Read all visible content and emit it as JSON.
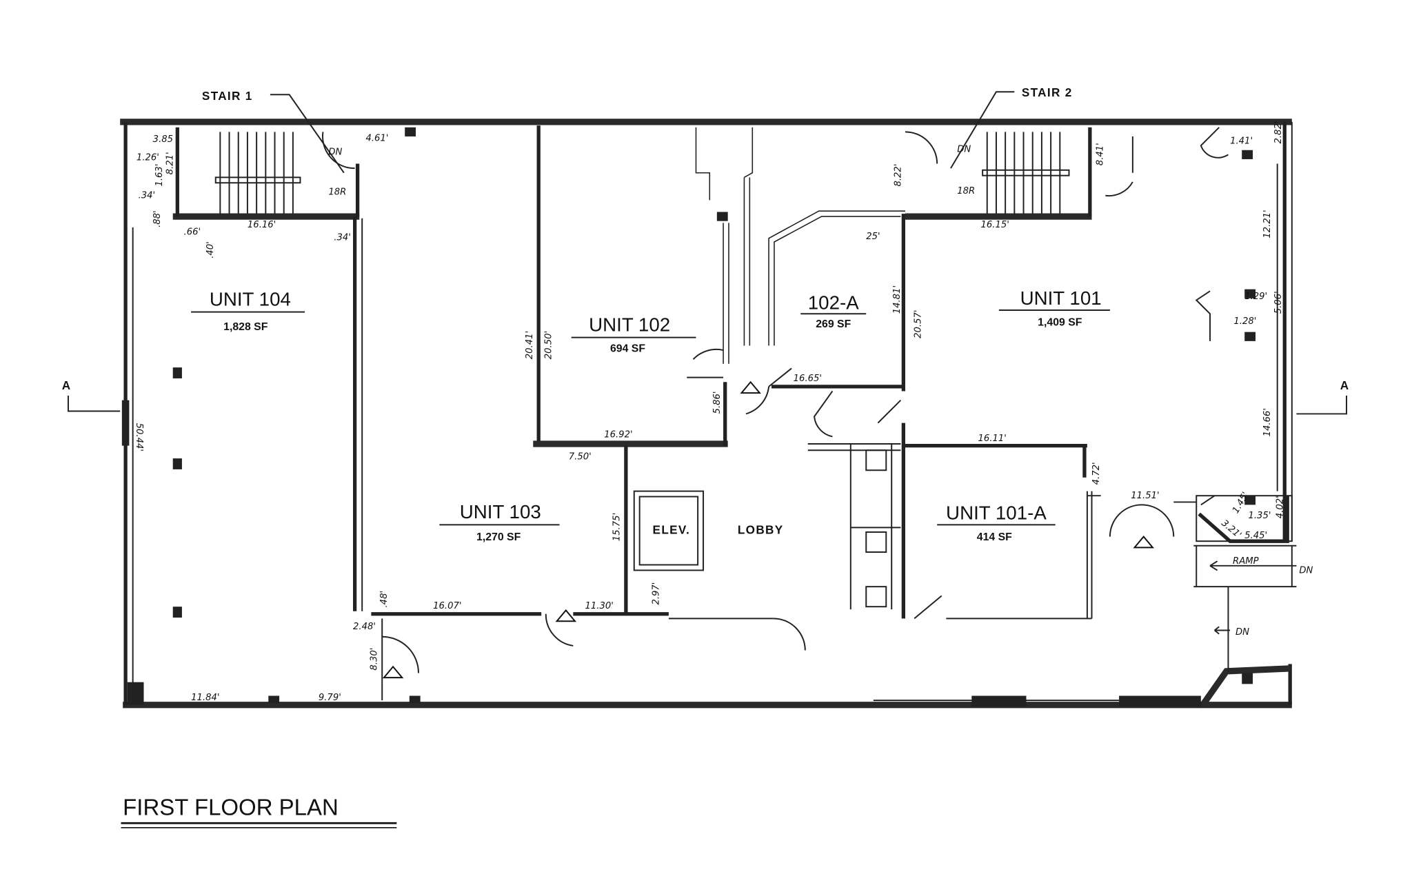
{
  "title": "FIRST FLOOR PLAN",
  "section_marks": {
    "left": "A",
    "right": "A"
  },
  "stairs": [
    {
      "label": "STAIR 1",
      "dn": "DN",
      "risers": "18R"
    },
    {
      "label": "STAIR 2",
      "dn": "DN",
      "risers": "18R"
    }
  ],
  "units": [
    {
      "name": "UNIT 104",
      "area": "1,828 SF"
    },
    {
      "name": "UNIT 103",
      "area": "1,270 SF"
    },
    {
      "name": "UNIT 102",
      "area": "694 SF"
    },
    {
      "name": "102-A",
      "area": "269 SF"
    },
    {
      "name": "UNIT 101",
      "area": "1,409 SF"
    },
    {
      "name": "UNIT 101-A",
      "area": "414 SF"
    }
  ],
  "rooms": {
    "elevator": "ELEV.",
    "lobby": "LOBBY"
  },
  "ramp": {
    "label": "RAMP",
    "dn": "DN",
    "walk_dn": "DN"
  },
  "dimensions": [
    "3.85",
    "1.26'",
    "1.63'",
    "8.21'",
    ".34'",
    ".88'",
    ".66'",
    ".40'",
    "16.16'",
    ".34'",
    "4.61'",
    "50.44'",
    "20.41'",
    "20.50'",
    "16.92'",
    "7.50'",
    "5.86'",
    "16.65'",
    "14.81'",
    "20.57'",
    "25'",
    "8.22'",
    "16.15'",
    "8.41'",
    "1.41'",
    "2.82'",
    "12.21'",
    "1.29'",
    "1.28'",
    "5.06'",
    "14.66'",
    "16.11'",
    "4.72'",
    "11.51'",
    "1.45'",
    "1.35'",
    "3.21'",
    "5.45'",
    "4.02'",
    "15.75'",
    "2.97'",
    "16.07'",
    "11.30'",
    ".48'",
    "2.48'",
    "8.30'",
    "11.84'",
    "9.79'"
  ]
}
